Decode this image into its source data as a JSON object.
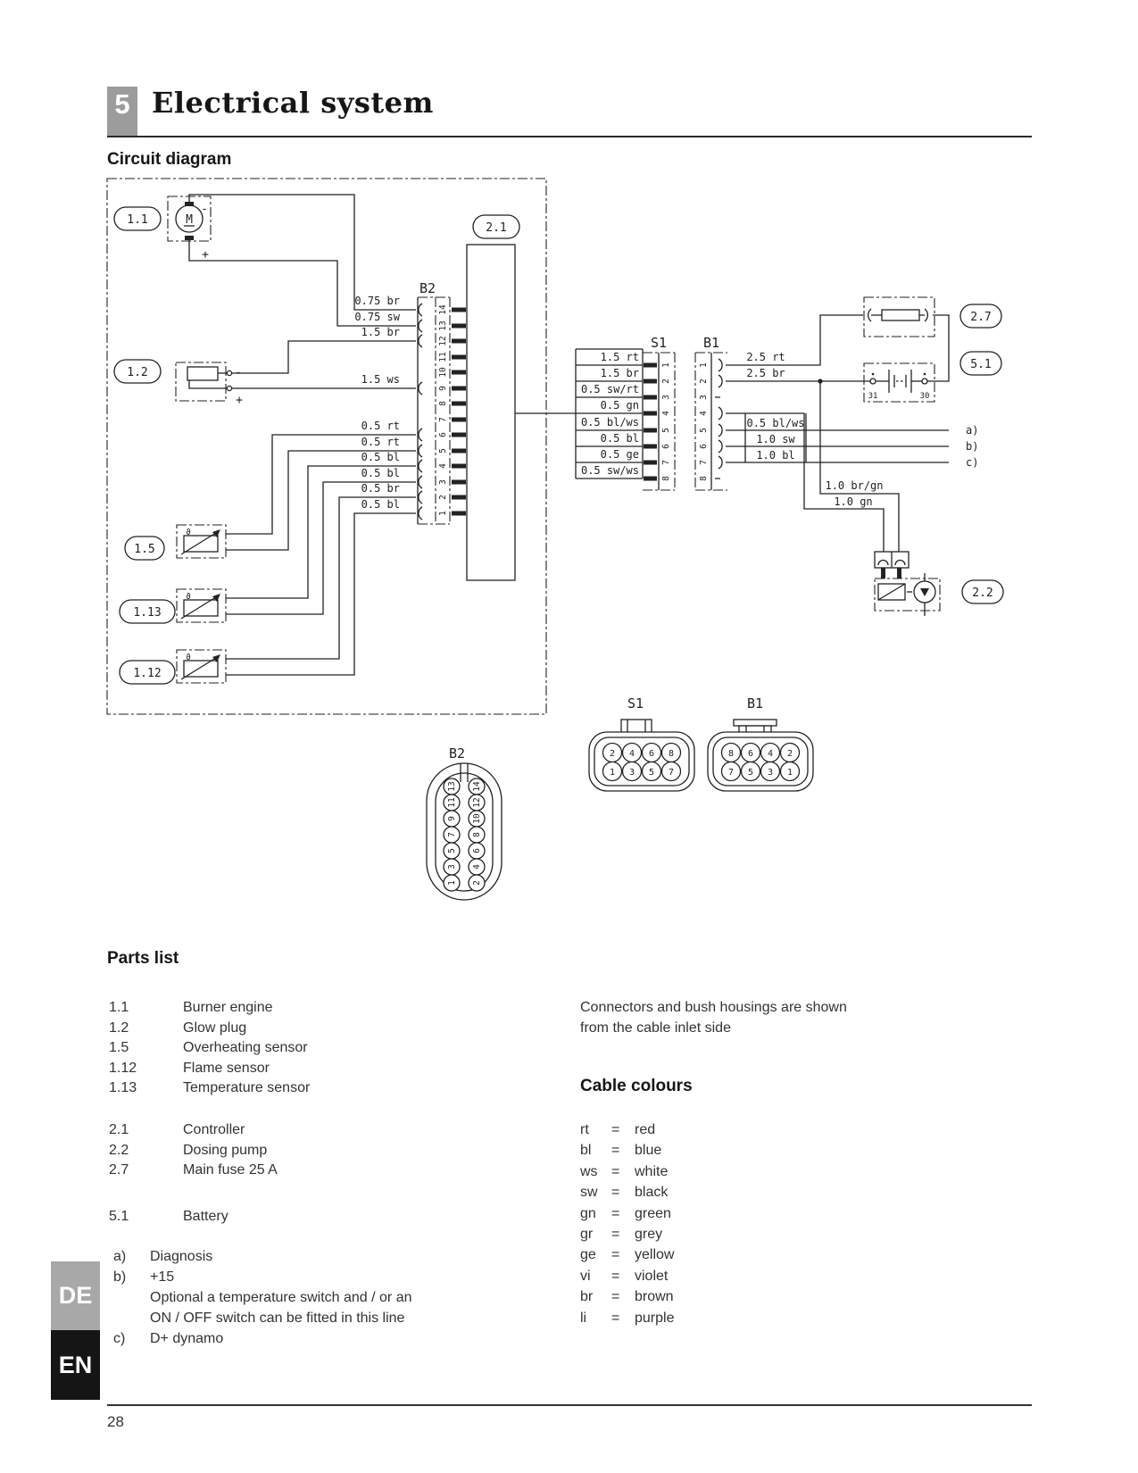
{
  "header": {
    "chapter_number": "5",
    "chapter_title": "Electrical system",
    "section_title": "Circuit diagram",
    "page_number": "28",
    "tabs": {
      "de": "DE",
      "en": "EN"
    }
  },
  "diagram": {
    "components": {
      "burner_engine": "1.1",
      "glow_plug": "1.2",
      "overheating_sensor": "1.5",
      "temperature_sensor": "1.13",
      "flame_sensor": "1.12",
      "controller": "2.1",
      "main_fuse": "2.7",
      "battery": "5.1",
      "dosing_pump": "2.2",
      "motor_letter": "M",
      "minus": "-",
      "plus": "+",
      "theta": "ϑ"
    },
    "b2": {
      "label": "B2",
      "pins": [
        "14",
        "13",
        "12",
        "11",
        "10",
        "9",
        "8",
        "7",
        "6",
        "5",
        "4",
        "3",
        "2",
        "1"
      ],
      "wires": [
        {
          "label": "0.75 br",
          "pin": "14"
        },
        {
          "label": "0.75 sw",
          "pin": "13"
        },
        {
          "label": "1.5 br",
          "pin": "12"
        },
        {
          "label": "1.5 ws",
          "pin": "9"
        },
        {
          "label": "0.5 rt",
          "pin": "6"
        },
        {
          "label": "0.5 rt",
          "pin": "5"
        },
        {
          "label": "0.5 bl",
          "pin": "4"
        },
        {
          "label": "0.5 bl",
          "pin": "3"
        },
        {
          "label": "0.5 br",
          "pin": "2"
        },
        {
          "label": "0.5 bl",
          "pin": "1"
        }
      ]
    },
    "s1": {
      "label": "S1",
      "pins": [
        "1",
        "2",
        "3",
        "4",
        "5",
        "6",
        "7",
        "8"
      ],
      "wires": [
        "1.5 rt",
        "1.5 br",
        "0.5 sw/rt",
        "0.5 gn",
        "0.5 bl/ws",
        "0.5 bl",
        "0.5 ge",
        "0.5 sw/ws"
      ]
    },
    "b1": {
      "label": "B1",
      "pins": [
        "1",
        "2",
        "3",
        "4",
        "5",
        "6",
        "7",
        "8"
      ],
      "wire_rt": "2.5 rt",
      "wire_br": "2.5 br",
      "wires_box": [
        "0.5 bl/ws",
        "1.0 sw",
        "1.0 bl"
      ],
      "wire_brgn": "1.0 br/gn",
      "wire_gn": "1.0 gn"
    },
    "battery": {
      "terminal_31": "31",
      "terminal_30": "30"
    },
    "endpoints": {
      "a": "a)",
      "b": "b)",
      "c": "c)"
    },
    "views": {
      "b2": {
        "label": "B2",
        "left_column": [
          "13",
          "11",
          "9",
          "7",
          "5",
          "3",
          "1"
        ],
        "right_column": [
          "14",
          "12",
          "10",
          "8",
          "6",
          "4",
          "2"
        ]
      },
      "s1": {
        "label": "S1",
        "top_row": [
          "2",
          "4",
          "6",
          "8"
        ],
        "bottom_row": [
          "1",
          "3",
          "5",
          "7"
        ]
      },
      "b1": {
        "label": "B1",
        "top_row": [
          "8",
          "6",
          "4",
          "2"
        ],
        "bottom_row": [
          "7",
          "5",
          "3",
          "1"
        ]
      }
    }
  },
  "parts_list": {
    "title": "Parts list",
    "groups": [
      {
        "items": [
          {
            "ref": "1.1",
            "desc": "Burner engine"
          },
          {
            "ref": "1.2",
            "desc": "Glow plug"
          },
          {
            "ref": "1.5",
            "desc": "Overheating sensor"
          },
          {
            "ref": "1.12",
            "desc": "Flame sensor"
          },
          {
            "ref": "1.13",
            "desc": "Temperature sensor"
          }
        ]
      },
      {
        "items": [
          {
            "ref": "2.1",
            "desc": "Controller"
          },
          {
            "ref": "2.2",
            "desc": "Dosing pump"
          },
          {
            "ref": "2.7",
            "desc": "Main fuse 25 A"
          }
        ]
      },
      {
        "items": [
          {
            "ref": "5.1",
            "desc": "Battery"
          }
        ]
      }
    ],
    "notes_rows": [
      {
        "ref": "a)",
        "text": "Diagnosis"
      },
      {
        "ref": "b)",
        "text": "+15"
      },
      {
        "ref": "",
        "text": "Optional a temperature switch and / or an"
      },
      {
        "ref": "",
        "text": "ON / OFF switch can be fitted in this line"
      },
      {
        "ref": "c)",
        "text": "D+ dynamo"
      }
    ]
  },
  "right_column": {
    "connector_note_line1": "Connectors and bush housings are shown",
    "connector_note_line2": "from the cable inlet side",
    "cable_colours": {
      "title": "Cable colours",
      "equals": "=",
      "entries": [
        {
          "code": "rt",
          "name": "red"
        },
        {
          "code": "bl",
          "name": "blue"
        },
        {
          "code": "ws",
          "name": "white"
        },
        {
          "code": "sw",
          "name": "black"
        },
        {
          "code": "gn",
          "name": "green"
        },
        {
          "code": "gr",
          "name": "grey"
        },
        {
          "code": "ge",
          "name": "yellow"
        },
        {
          "code": "vi",
          "name": "violet"
        },
        {
          "code": "br",
          "name": "brown"
        },
        {
          "code": "li",
          "name": "purple"
        }
      ]
    }
  }
}
